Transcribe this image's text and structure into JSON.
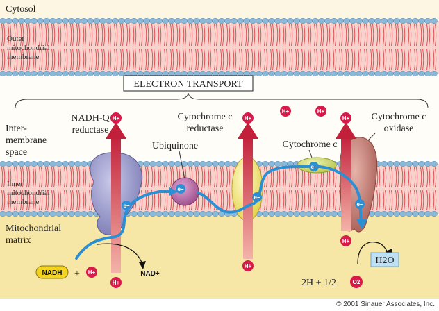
{
  "labels": {
    "cytosol": "Cytosol",
    "outer_membrane": [
      "Outer",
      "mitochondrial",
      "membrane"
    ],
    "intermembrane_space": [
      "Inter-",
      "membrane",
      "space"
    ],
    "inner_membrane": [
      "Inner",
      "mitochondrial",
      "membrane"
    ],
    "matrix": [
      "Mitochondrial",
      "matrix"
    ],
    "electron_transport": "ELECTRON TRANSPORT",
    "nadh_q_reductase": [
      "NADH-Q",
      "reductase"
    ],
    "ubiquinone": "Ubiquinone",
    "cytochrome_c_reductase": [
      "Cytochrome c",
      "reductase"
    ],
    "cytochrome_c": "Cytochrome c",
    "cytochrome_c_oxidase": [
      "Cytochrome c",
      "oxidase"
    ],
    "nadh": "NADH",
    "plus": "+",
    "nad_plus": "NAD+",
    "water": "H2O",
    "oxygen_eq": "2H + 1/2",
    "o2": "O2",
    "proton": "H+",
    "electron": "e−",
    "copyright": "© 2001 Sinauer Associates, Inc."
  },
  "colors": {
    "cytosol_bg": "#fdf6e3",
    "membrane_head": "#8ab8d8",
    "membrane_tail": "#e0565a",
    "matrix_bg": "#f7e7a6",
    "intermembrane_bg": "#fffdf7",
    "electron_path": "#2b8fd4",
    "proton": "#d81b4a",
    "nadh_q": "#8f8fc4",
    "ubiquinone": "#b06aa0",
    "cyt_c_reductase": "#f0e36a",
    "cyt_c": "#cddc6a",
    "oxidase": "#c07a72"
  }
}
